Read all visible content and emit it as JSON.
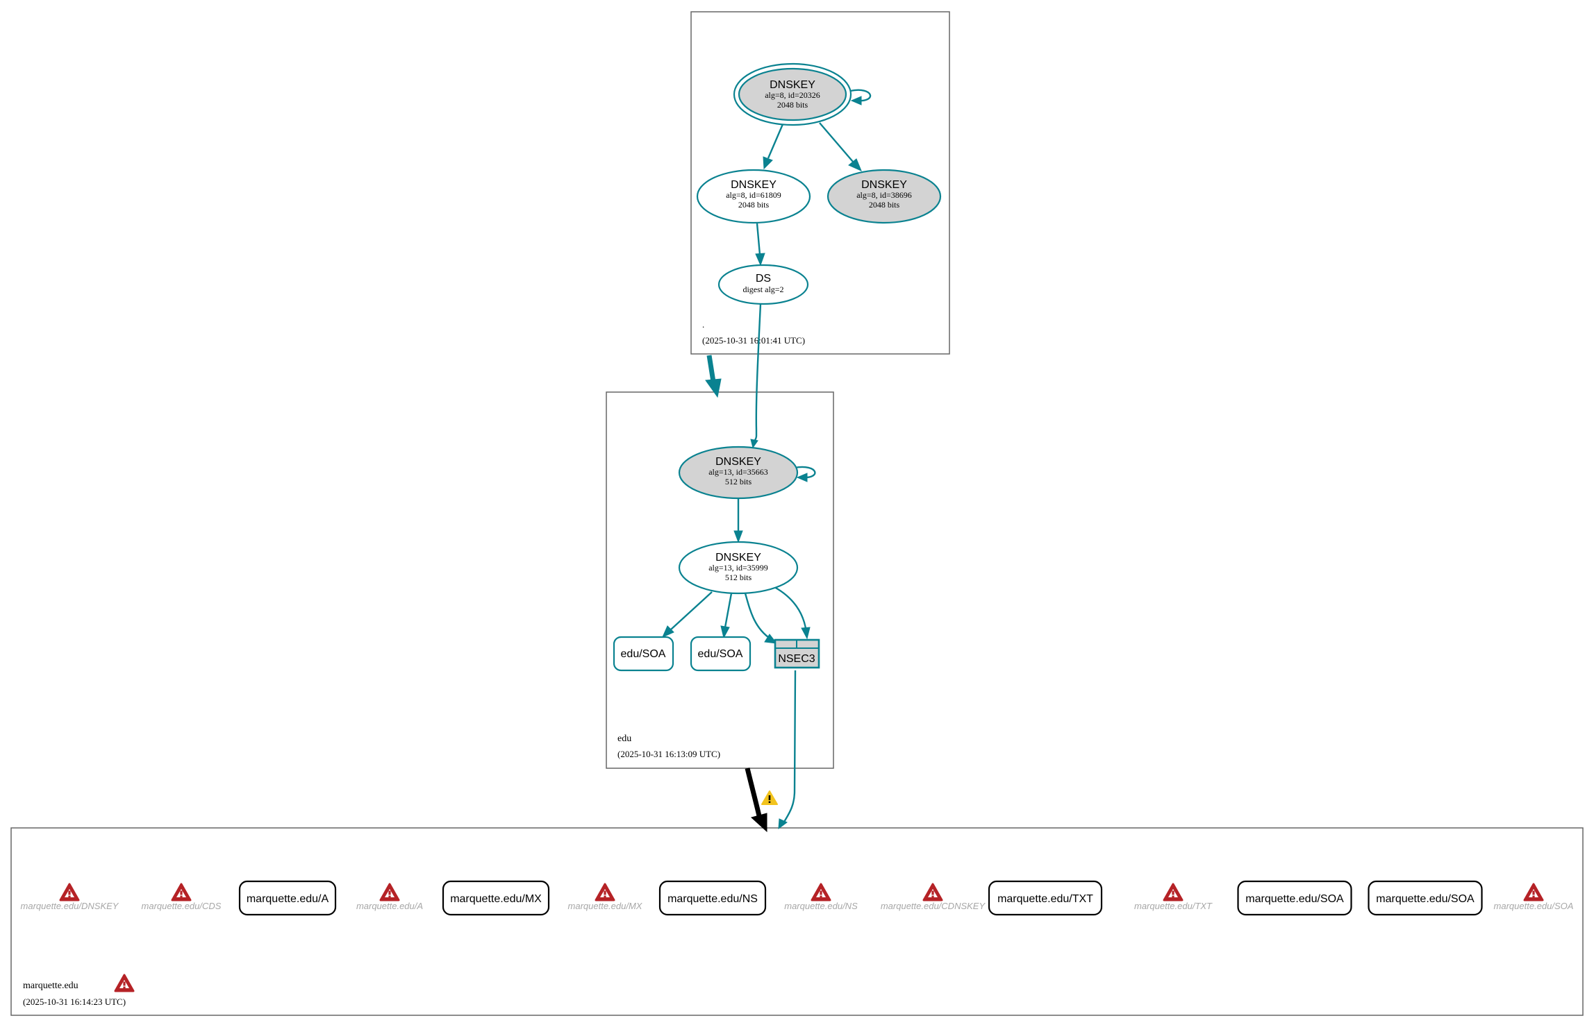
{
  "zones": {
    "root": {
      "name": ".",
      "timestamp": "(2025-10-31 16:01:41 UTC)"
    },
    "edu": {
      "name": "edu",
      "timestamp": "(2025-10-31 16:13:09 UTC)"
    },
    "marquette": {
      "name": "marquette.edu",
      "timestamp": "(2025-10-31 16:14:23 UTC)"
    }
  },
  "nodes": {
    "root_ksk": {
      "title": "DNSKEY",
      "line1": "alg=8, id=20326",
      "line2": "2048 bits"
    },
    "root_zsk": {
      "title": "DNSKEY",
      "line1": "alg=8, id=61809",
      "line2": "2048 bits"
    },
    "root_key3": {
      "title": "DNSKEY",
      "line1": "alg=8, id=38696",
      "line2": "2048 bits"
    },
    "ds": {
      "title": "DS",
      "line1": "digest alg=2"
    },
    "edu_ksk": {
      "title": "DNSKEY",
      "line1": "alg=13, id=35663",
      "line2": "512 bits"
    },
    "edu_zsk": {
      "title": "DNSKEY",
      "line1": "alg=13, id=35999",
      "line2": "512 bits"
    },
    "edu_soa_1": {
      "label": "edu/SOA"
    },
    "edu_soa_2": {
      "label": "edu/SOA"
    },
    "nsec3": {
      "label": "NSEC3"
    }
  },
  "marquette_records": [
    {
      "label": "marquette.edu/DNSKEY",
      "kind": "warning"
    },
    {
      "label": "marquette.edu/CDS",
      "kind": "warning"
    },
    {
      "label": "marquette.edu/A",
      "kind": "box"
    },
    {
      "label": "marquette.edu/A",
      "kind": "warning"
    },
    {
      "label": "marquette.edu/MX",
      "kind": "box"
    },
    {
      "label": "marquette.edu/MX",
      "kind": "warning"
    },
    {
      "label": "marquette.edu/NS",
      "kind": "box"
    },
    {
      "label": "marquette.edu/NS",
      "kind": "warning"
    },
    {
      "label": "marquette.edu/CDNSKEY",
      "kind": "warning"
    },
    {
      "label": "marquette.edu/TXT",
      "kind": "box"
    },
    {
      "label": "marquette.edu/TXT",
      "kind": "warning"
    },
    {
      "label": "marquette.edu/SOA",
      "kind": "box"
    },
    {
      "label": "marquette.edu/SOA",
      "kind": "box"
    },
    {
      "label": "marquette.edu/SOA",
      "kind": "warning"
    }
  ],
  "colors": {
    "teal": "#0a8290",
    "key_fill_gray": "#d3d3d3",
    "error_red": "#b52226",
    "warning_yellow": "#f2c31d",
    "frame": "#666666",
    "muted_label": "#a7a7a7"
  },
  "icons": {
    "error": "error-triangle-icon",
    "warning": "warning-triangle-icon"
  }
}
